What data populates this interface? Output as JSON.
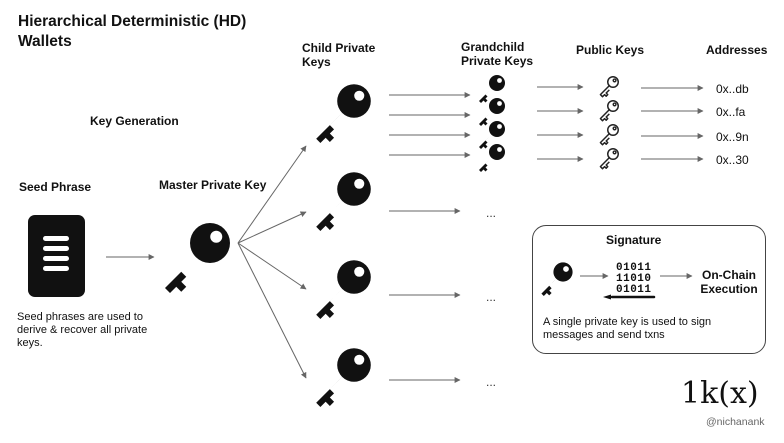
{
  "title": "Hierarchical Deterministic (HD) Wallets",
  "key_generation_label": "Key Generation",
  "seed_phrase": {
    "label": "Seed Phrase",
    "description": "Seed phrases are used to derive & recover all private keys."
  },
  "master_key": {
    "label": "Master Private Key"
  },
  "columns": {
    "child": "Child Private Keys",
    "grandchild": "Grandchild Private Keys",
    "public": "Public Keys",
    "addresses": "Addresses"
  },
  "addresses": [
    "0x..db",
    "0x..fa",
    "0x..9n",
    "0x..30"
  ],
  "ellipsis": "...",
  "signature": {
    "title": "Signature",
    "bits": [
      "01011",
      "11010",
      "01011"
    ],
    "execution": "On-Chain Execution",
    "description": "A single private key is used to sign messages and send txns"
  },
  "brand": "1k(x)",
  "handle": "@nichanank",
  "icons": {
    "key": "key-icon",
    "public_key": "outline-key-icon",
    "seed": "seed-phrase-card-icon",
    "pen": "pen-icon"
  }
}
